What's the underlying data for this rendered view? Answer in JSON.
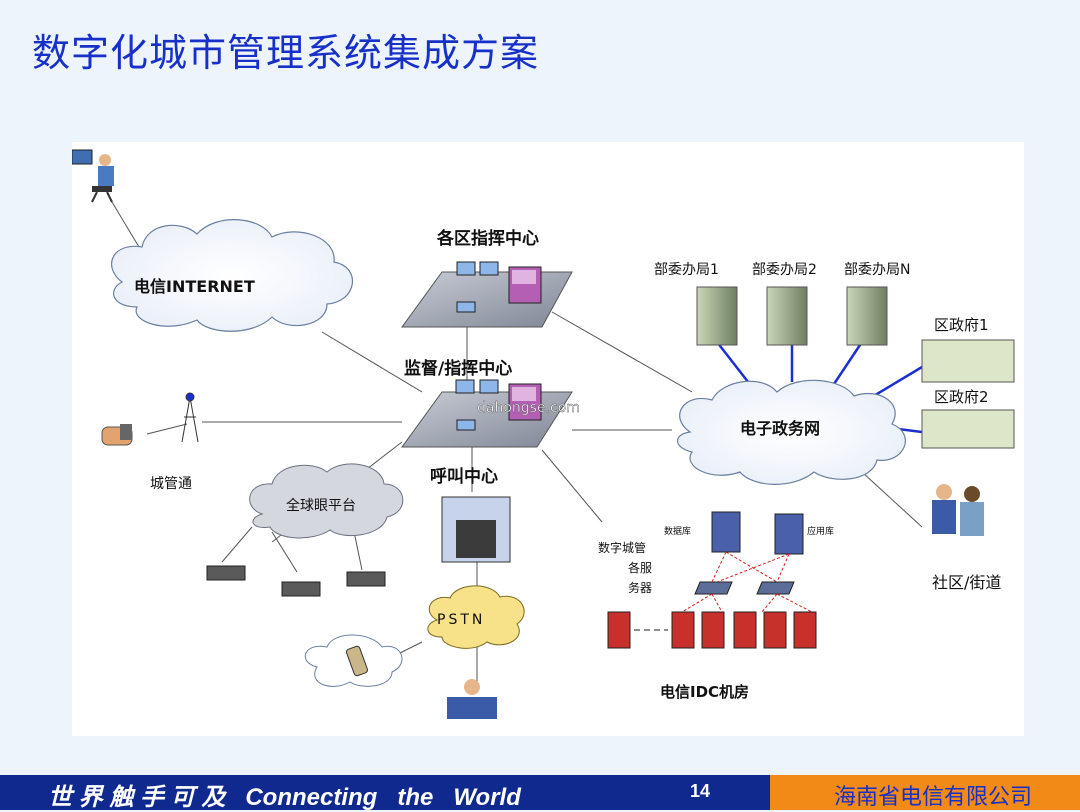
{
  "title": "数字化城市管理系统集成方案",
  "diagram": {
    "internet": "电信INTERNET",
    "district_command": "各区指挥中心",
    "supervision_center": "监督/指挥中心",
    "watermark": "dahongse.com",
    "dept1": "部委办局1",
    "dept2": "部委办局2",
    "deptN": "部委办局N",
    "gov1": "区政府1",
    "gov2": "区政府2",
    "egov": "电子政务网",
    "city_tong": "城管通",
    "global_eye": "全球眼平台",
    "call_center": "呼叫中心",
    "server_label_1": "数字城管",
    "server_label_2": "各服",
    "server_label_3": "务器",
    "db_server_1": "数据库",
    "db_server_2": "应用库",
    "community": "社区/街道",
    "pstn": "PSTN",
    "idc": "电信IDC机房"
  },
  "footer": {
    "slogan": "世 界 触 手 可 及   Connecting   the   World",
    "page": "14",
    "company": "海南省电信有限公司"
  },
  "colors": {
    "title": "#1730c8",
    "footer_bg": "#10298f",
    "footer_accent": "#f28a17",
    "link_blue": "#1a2fd0"
  }
}
